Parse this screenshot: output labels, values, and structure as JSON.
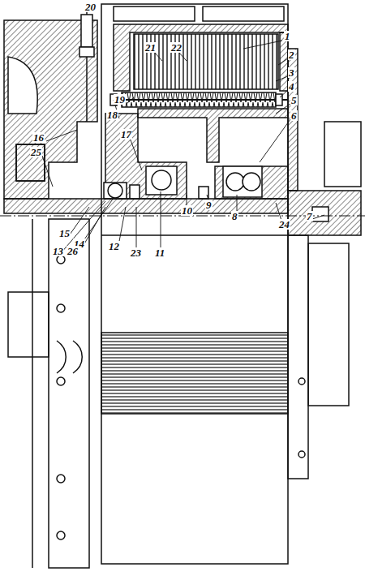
{
  "diagram": {
    "labels": [
      "20",
      "1",
      "21",
      "22",
      "2",
      "3",
      "4",
      "19",
      "5",
      "18",
      "6",
      "16",
      "17",
      "25",
      "15",
      "14",
      "12",
      "13",
      "26",
      "23",
      "11",
      "10",
      "9",
      "8",
      "24",
      "7"
    ]
  }
}
